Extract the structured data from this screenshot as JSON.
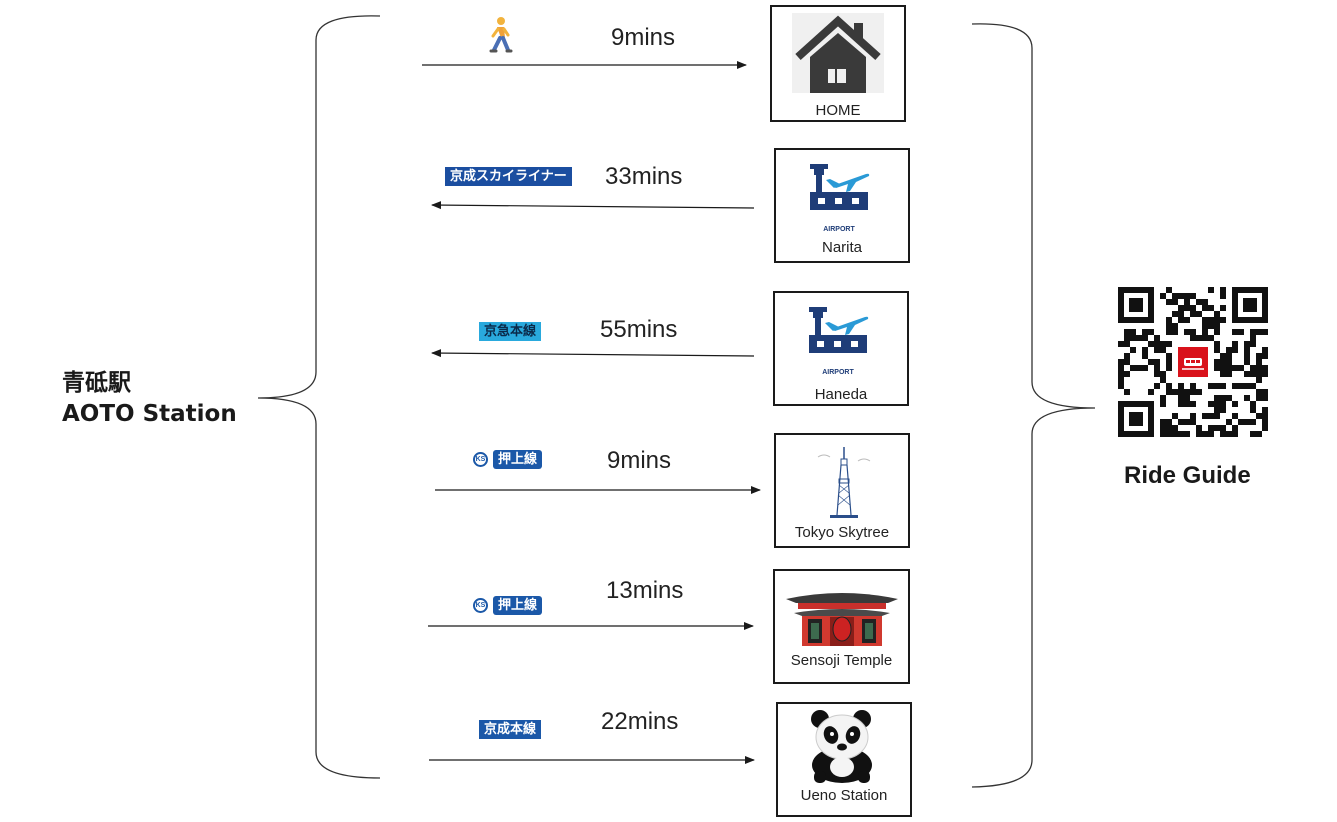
{
  "origin": {
    "name_ja": "青砥駅",
    "name_en": "AOTO Station"
  },
  "routes": [
    {
      "id": "home",
      "mode": "walk-icon",
      "line_label": "",
      "time": "9mins",
      "direction": "outbound",
      "destination": "HOME",
      "icon": "house-icon"
    },
    {
      "id": "narita",
      "mode": "badge",
      "line_label": "京成スカイライナー",
      "line_color": "#1b4ea0",
      "time": "33mins",
      "direction": "inbound",
      "destination": "Narita",
      "icon": "airport-icon",
      "icon_caption": "AIRPORT"
    },
    {
      "id": "haneda",
      "mode": "badge",
      "line_label": "京急本線",
      "line_color": "#29a9dd",
      "time": "55mins",
      "direction": "inbound",
      "destination": "Haneda",
      "icon": "airport-icon",
      "icon_caption": "AIRPORT"
    },
    {
      "id": "skytree",
      "mode": "ks-badge",
      "line_label": "押上線",
      "ks_mark": "KS",
      "line_color": "#1b58a8",
      "time": "9mins",
      "direction": "outbound",
      "destination": "Tokyo Skytree",
      "icon": "skytree-icon"
    },
    {
      "id": "sensoji",
      "mode": "ks-badge",
      "line_label": "押上線",
      "ks_mark": "KS",
      "line_color": "#1b58a8",
      "time": "13mins",
      "direction": "outbound",
      "destination": "Sensoji Temple",
      "icon": "temple-gate-icon"
    },
    {
      "id": "ueno",
      "mode": "badge",
      "line_label": "京成本線",
      "line_color": "#1b58a8",
      "time": "22mins",
      "direction": "outbound",
      "destination": "Ueno Station",
      "icon": "panda-icon"
    }
  ],
  "qr": {
    "label": "Ride Guide",
    "icon": "qr-code-icon",
    "center_icon": "train-icon",
    "center_color": "#d9121b"
  }
}
